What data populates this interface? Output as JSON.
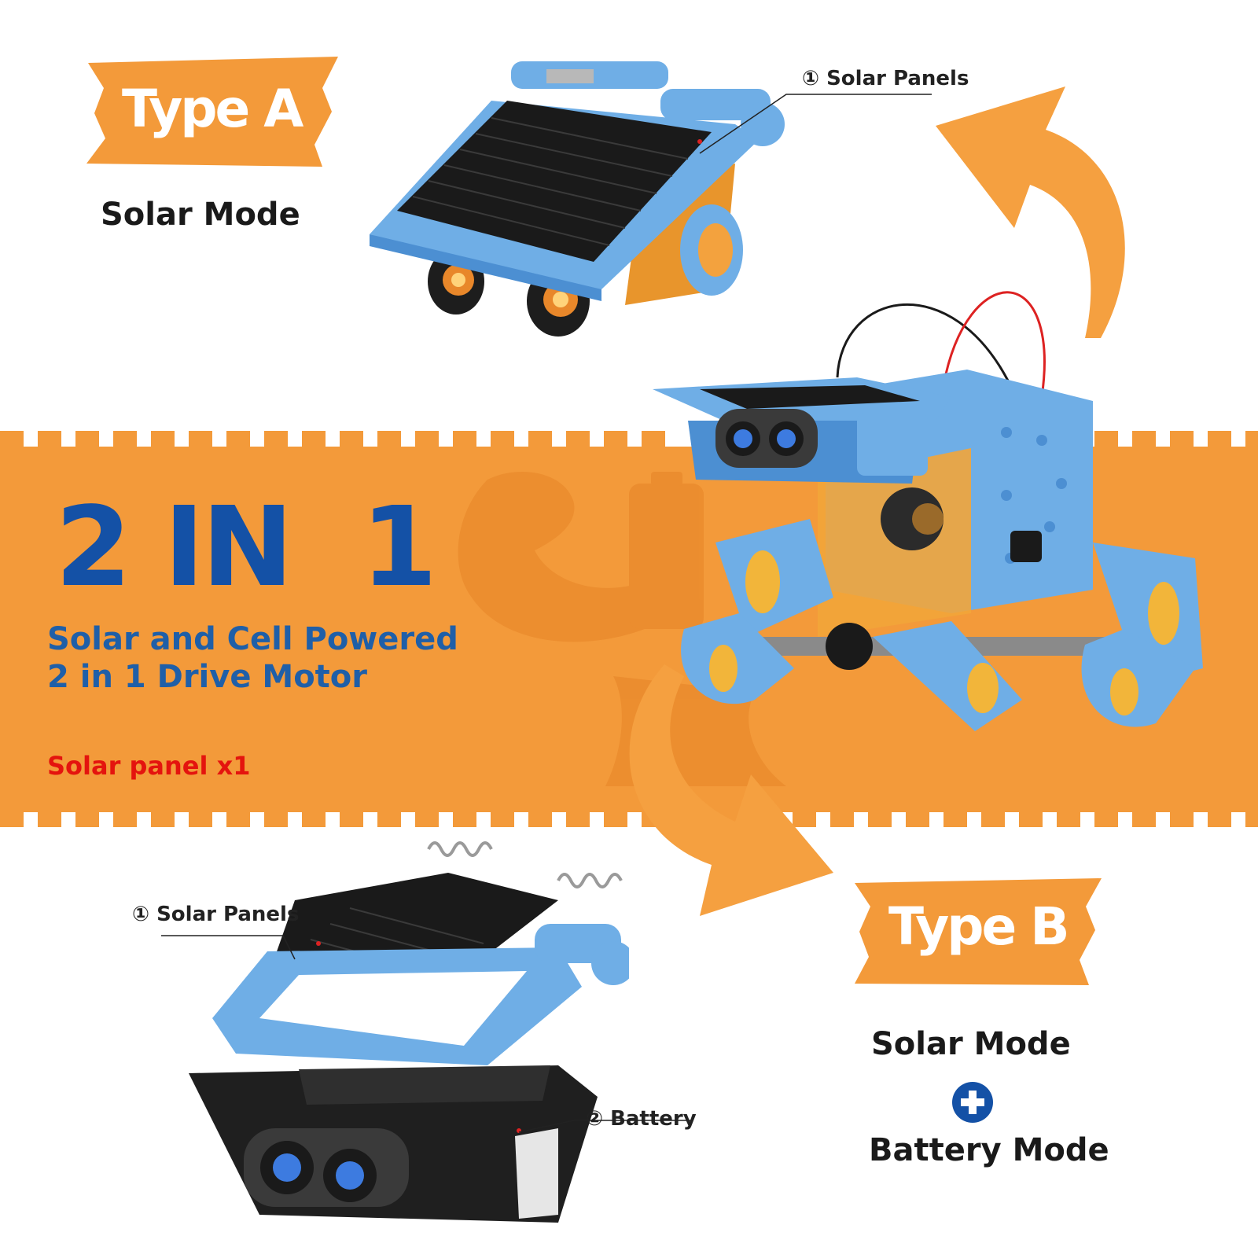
{
  "colors": {
    "orange": "#F39A3A",
    "orange_light": "#F7B56A",
    "blue_text": "#1F5FA8",
    "heading_blue": "#1451A6",
    "red_text": "#E4140E",
    "robot_blue": "#6FAEE6",
    "robot_blue_dark": "#4C8FD2"
  },
  "type_a": {
    "tag": "Type A",
    "mode": "Solar Mode",
    "callout": "① Solar Panels"
  },
  "banner": {
    "headline": "2 IN  1",
    "subline_1": "Solar and Cell Powered",
    "subline_2": "2 in 1 Drive Motor",
    "note": "Solar panel x1"
  },
  "type_b": {
    "tag": "Type B",
    "mode_1": "Solar Mode",
    "mode_2": "Battery Mode",
    "callout_solar": "① Solar Panels",
    "callout_battery": "② Battery",
    "plus_icon": "plus-icon"
  }
}
